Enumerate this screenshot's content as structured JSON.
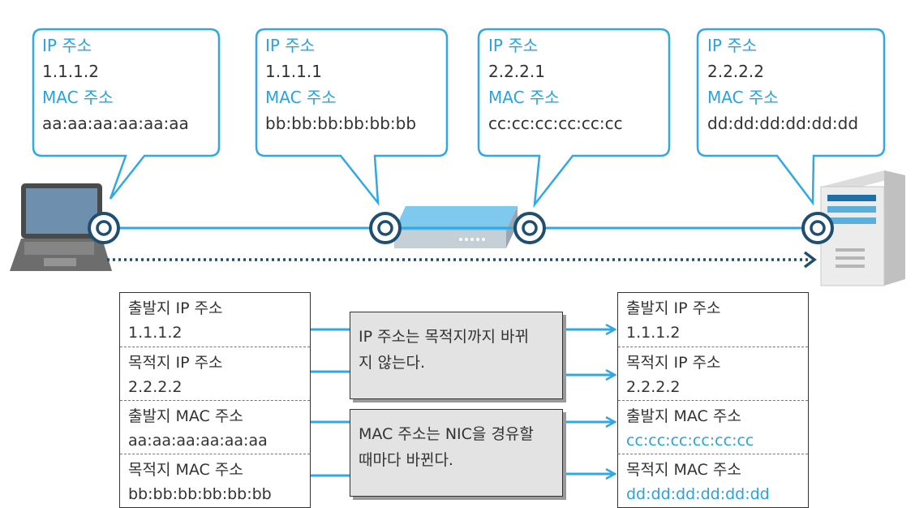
{
  "colors": {
    "accent": "#29a3e0",
    "line": "#2fa8e4",
    "node": "#1f4f70",
    "text": "#333333",
    "note_bg": "#e3e3e3"
  },
  "callouts": [
    {
      "ip_label": "IP 주소",
      "ip": "1.1.1.2",
      "mac_label": "MAC 주소",
      "mac": "aa:aa:aa:aa:aa:aa"
    },
    {
      "ip_label": "IP 주소",
      "ip": "1.1.1.1",
      "mac_label": "MAC 주소",
      "mac": "bb:bb:bb:bb:bb:bb"
    },
    {
      "ip_label": "IP 주소",
      "ip": "2.2.2.1",
      "mac_label": "MAC 주소",
      "mac": "cc:cc:cc:cc:cc:cc"
    },
    {
      "ip_label": "IP 주소",
      "ip": "2.2.2.2",
      "mac_label": "MAC 주소",
      "mac": "dd:dd:dd:dd:dd:dd"
    }
  ],
  "devices": {
    "source": "laptop-icon",
    "router": "router-icon",
    "destination": "server-icon"
  },
  "packet_before": [
    {
      "label": "출발지 IP 주소",
      "value": "1.1.1.2"
    },
    {
      "label": "목적지 IP 주소",
      "value": "2.2.2.2"
    },
    {
      "label": "출발지 MAC 주소",
      "value": "aa:aa:aa:aa:aa:aa"
    },
    {
      "label": "목적지 MAC 주소",
      "value": "bb:bb:bb:bb:bb:bb"
    }
  ],
  "packet_after": [
    {
      "label": "출발지 IP 주소",
      "value": "1.1.1.2"
    },
    {
      "label": "목적지 IP 주소",
      "value": "2.2.2.2"
    },
    {
      "label": "출발지 MAC 주소",
      "value": "cc:cc:cc:cc:cc:cc"
    },
    {
      "label": "목적지 MAC 주소",
      "value": "dd:dd:dd:dd:dd:dd"
    }
  ],
  "notes": {
    "ip_line1": "IP 주소는 목적지까지 바뀌",
    "ip_line2": "지 않는다.",
    "mac_line1": "MAC 주소는 NIC을 경유할",
    "mac_line2": "때마다 바뀐다."
  }
}
